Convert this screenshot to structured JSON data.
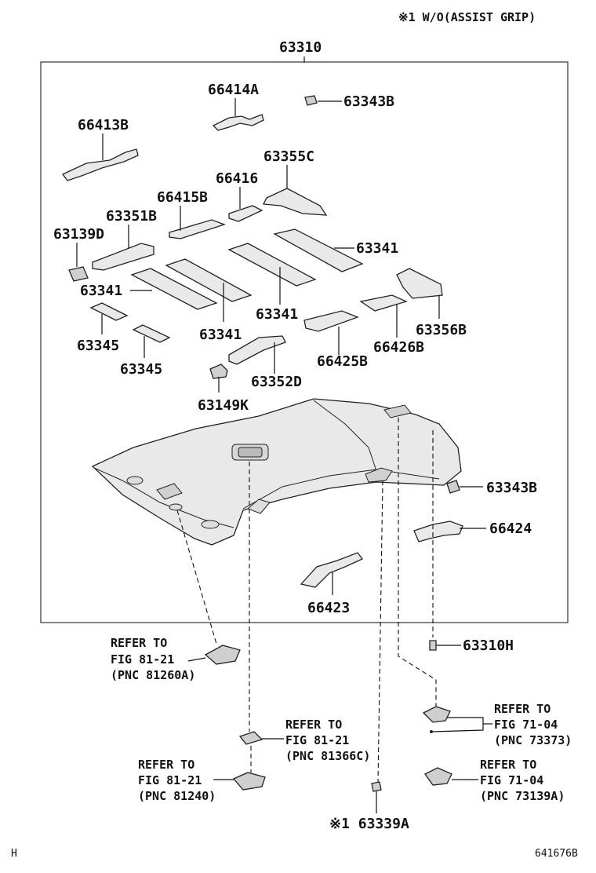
{
  "header_note": "※1  W/O(ASSIST GRIP)",
  "assembly_label": "63310",
  "labels": {
    "p66414A": "66414A",
    "p63343B_top": "63343B",
    "p66413B": "66413B",
    "p63355C": "63355C",
    "p66416": "66416",
    "p66415B": "66415B",
    "p63351B": "63351B",
    "p63139D": "63139D",
    "p63341_right": "63341",
    "p63341_left": "63341",
    "p63341_mid": "63341",
    "p63341_low": "63341",
    "p63345_a": "63345",
    "p63345_b": "63345",
    "p63356B": "63356B",
    "p66426B": "66426B",
    "p66425B": "66425B",
    "p63352D": "63352D",
    "p63149K": "63149K",
    "p63343B_side": "63343B",
    "p66424": "66424",
    "p66423": "66423",
    "p63310H": "63310H",
    "p63339A": "※1 63339A"
  },
  "refs": {
    "ref1": {
      "l1": "REFER TO",
      "l2": "FIG 81-21",
      "l3": "(PNC 81260A)"
    },
    "ref2": {
      "l1": "REFER TO",
      "l2": "FIG 81-21",
      "l3": "(PNC 81366C)"
    },
    "ref3": {
      "l1": "REFER TO",
      "l2": "FIG 81-21",
      "l3": "(PNC 81240)"
    },
    "ref4": {
      "l1": "REFER TO",
      "l2": "FIG 71-04",
      "l3": "(PNC 73373)"
    },
    "ref5": {
      "l1": "REFER TO",
      "l2": "FIG 71-04",
      "l3": "(PNC 73139A)"
    }
  },
  "footer": {
    "left": "H",
    "right": "641676B"
  }
}
